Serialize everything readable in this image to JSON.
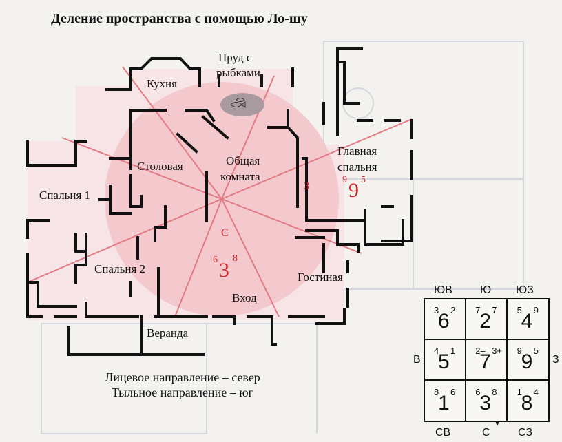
{
  "title": "Деление пространства с помощью Ло-шу",
  "rooms": {
    "pond": "Пруд с рыбками",
    "pond_line1": "Пруд с",
    "pond_line2": "рыбками",
    "kitchen": "Кухня",
    "dining": "Столовая",
    "common_line1": "Общая",
    "common_line2": "комната",
    "master_line1": "Главная",
    "master_line2": "спальня",
    "bedroom1": "Спальня 1",
    "bedroom2": "Спальня 2",
    "living": "Гостиная",
    "entrance": "Вход",
    "veranda": "Веранда"
  },
  "plan_marks": {
    "west_letter": "З",
    "south_letter": "С",
    "master_small_left": "9",
    "master_small_right": "5",
    "master_big": "9",
    "center_small_left": "6",
    "center_small_right": "8",
    "center_big": "3"
  },
  "captions": {
    "front": "Лицевое направление – север",
    "back": "Тыльное направление – юг"
  },
  "luoshu": {
    "top_labels": [
      "ЮВ",
      "Ю",
      "ЮЗ"
    ],
    "bottom_labels": [
      "СВ",
      "С",
      "СЗ"
    ],
    "left_label": "В",
    "right_label": "З",
    "cells": [
      {
        "big": "6",
        "left": "3",
        "right": "2"
      },
      {
        "big": "2",
        "left": "7",
        "right": "7"
      },
      {
        "big": "4",
        "left": "5",
        "right": "9"
      },
      {
        "big": "5",
        "left": "4",
        "right": "1"
      },
      {
        "big": "7",
        "left": "2–",
        "right": "3+"
      },
      {
        "big": "9",
        "left": "9",
        "right": "5"
      },
      {
        "big": "1",
        "left": "8",
        "right": "6"
      },
      {
        "big": "3",
        "left": "6",
        "right": "8"
      },
      {
        "big": "8",
        "left": "1",
        "right": "4"
      }
    ]
  },
  "colors": {
    "circle": "#f2c4c8",
    "pink_zone": "#f7e4e6",
    "ray": "#e27a83",
    "red_text": "#d8262e",
    "wall": "#111111"
  }
}
